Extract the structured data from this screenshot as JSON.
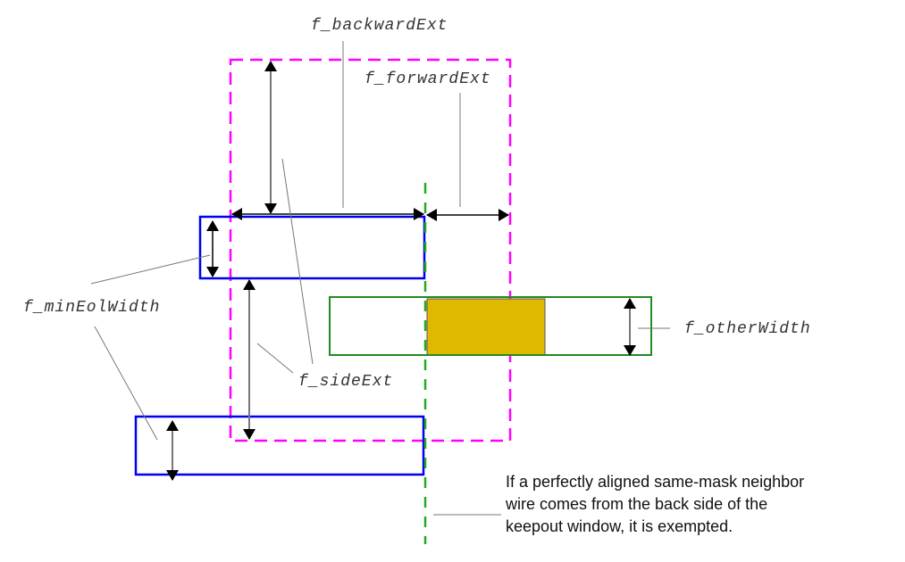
{
  "labels": {
    "backward_ext": "f_backwardExt",
    "forward_ext": "f_forwardExt",
    "min_eol_width": "f_minEolWidth",
    "side_ext": "f_sideExt",
    "other_width": "f_otherWidth"
  },
  "note": {
    "lines": [
      "If a perfectly aligned same-mask neighbor",
      "wire comes from the back side of the",
      "keepout window, it is exempted."
    ]
  },
  "colors": {
    "keepout_window": "#ff00ff",
    "eol_wire": "#0000ee",
    "neighbor_wire": "#228b22",
    "overlap_fill": "#e0b800",
    "eol_edge_line": "#22aa22",
    "arrow": "#000000",
    "leader": "#777777"
  }
}
